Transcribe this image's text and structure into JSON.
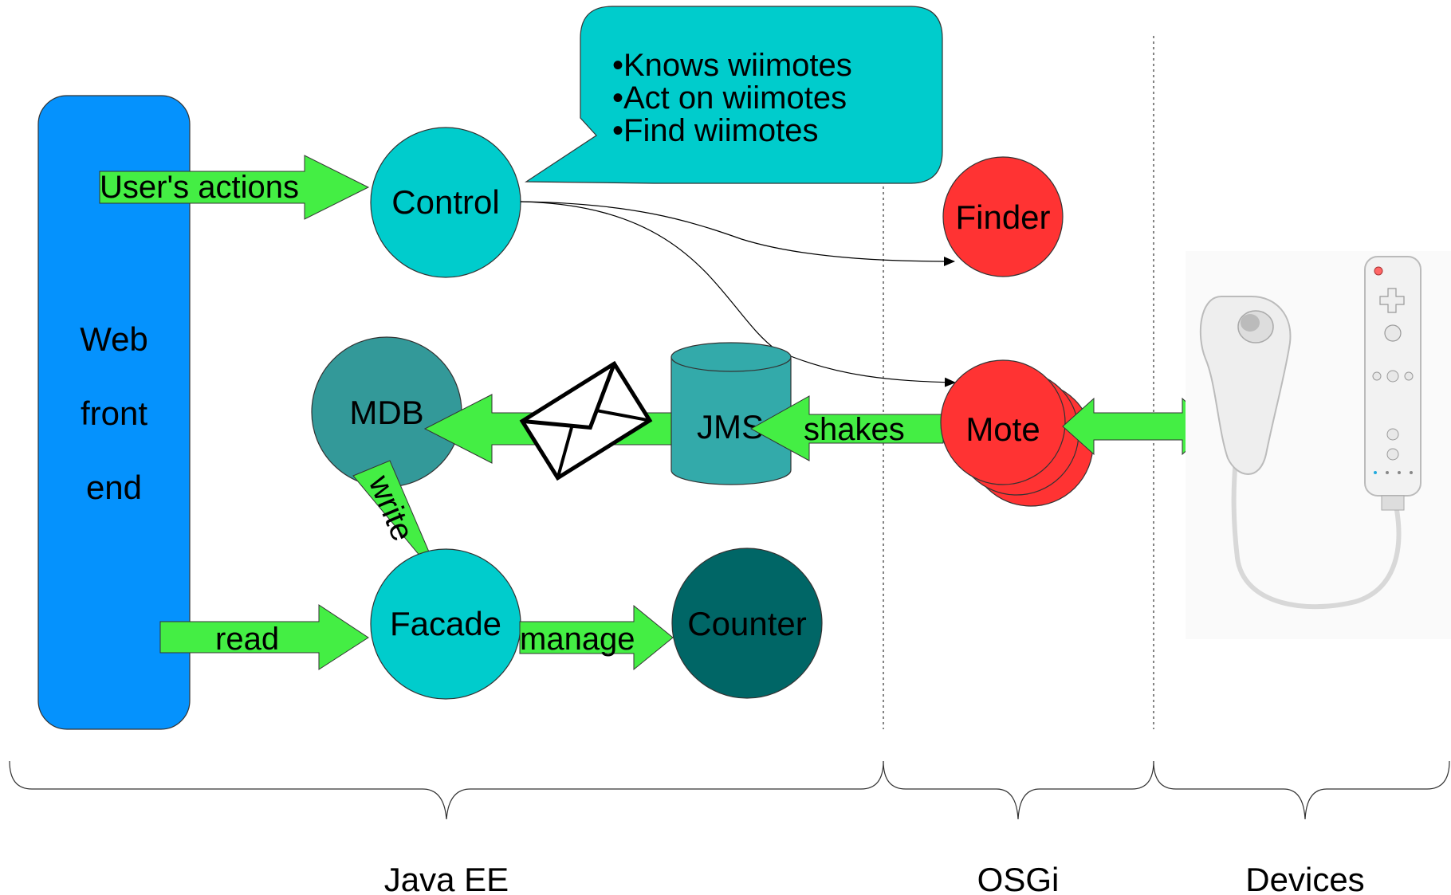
{
  "nodes": {
    "web_front_end": {
      "lines": [
        "Web",
        "front",
        "end"
      ],
      "color": "#0592fd"
    },
    "control": {
      "label": "Control",
      "color": "#00cccc"
    },
    "finder": {
      "label": "Finder",
      "color": "#ff3333"
    },
    "mdb": {
      "label": "MDB",
      "color": "#339999"
    },
    "jms": {
      "label": "JMS",
      "color": "#33aaaa"
    },
    "mote": {
      "label": "Mote",
      "color": "#ff3333"
    },
    "facade": {
      "label": "Facade",
      "color": "#00cccc"
    },
    "counter": {
      "label": "Counter",
      "color": "#006666"
    }
  },
  "callout": {
    "items": [
      "•Knows wiimotes",
      "•Act on wiimotes",
      "•Find wiimotes"
    ],
    "color": "#00cccc"
  },
  "arrows": {
    "users_actions": "User's actions",
    "shakes": "shakes",
    "write": "write",
    "read": "read",
    "manage": "manage",
    "arrow_color": "#44ee44"
  },
  "sections": {
    "java_ee": "Java EE",
    "osgi": "OSGi",
    "devices": "Devices"
  },
  "icons": {
    "message": "envelope-icon",
    "device": "wii-remote-nunchuk-image"
  }
}
